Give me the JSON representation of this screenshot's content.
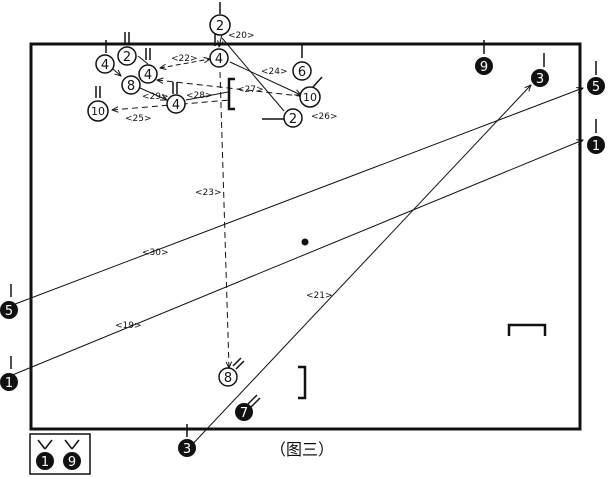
{
  "caption": "（图三）",
  "colors": {
    "ink": "#111111",
    "paper": "#ffffff"
  },
  "route_labels": {
    "r19": "<19>",
    "r20": "<20>",
    "r21": "<21>",
    "r22": "<22>",
    "r23": "<23>",
    "r24": "<24>",
    "r25": "<25>",
    "r26": "<26>",
    "r27": "<27>",
    "r28": "<28>",
    "r29": "<29>",
    "r30": "<30>"
  },
  "players": {
    "filled": {
      "p1_left": "1",
      "p1_right": "1",
      "p3_top": "3",
      "p3_bottom": "3",
      "p5_left": "5",
      "p5_right": "5",
      "p7": "7",
      "p9_top": "9",
      "legend_1": "1",
      "legend_9": "9"
    },
    "open": {
      "p2_top": "2",
      "p2_left": "2",
      "p2_right": "2",
      "p4_a": "4",
      "p4_b": "4",
      "p4_c": "4",
      "p4_d": "4",
      "p6": "6",
      "p8_top": "8",
      "p8_bottom": "8",
      "p10_left": "10",
      "p10_right": "10"
    }
  }
}
